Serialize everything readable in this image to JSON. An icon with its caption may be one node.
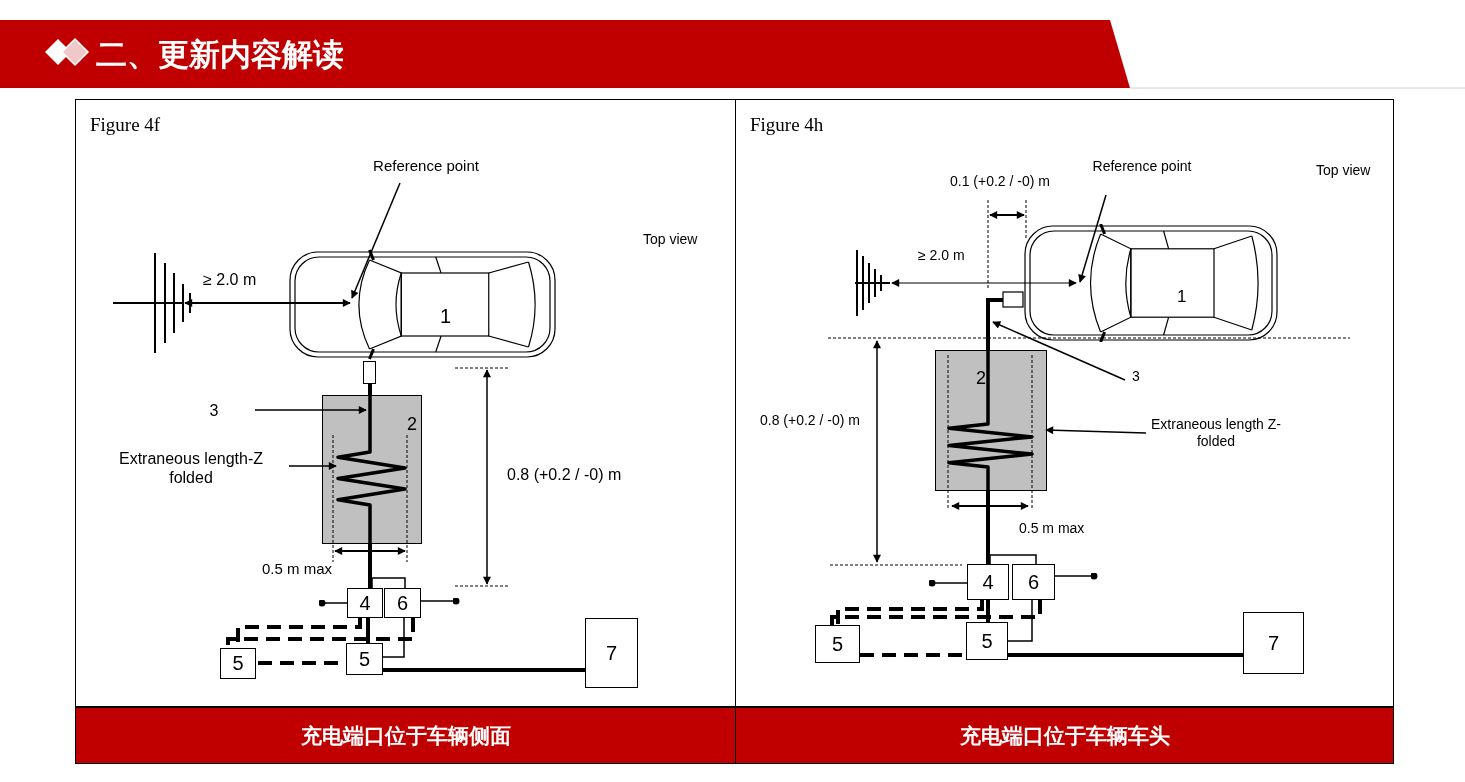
{
  "diagram": {
    "title": "二、更新内容解读",
    "nodes": [
      {
        "text": [
          "Figure 4f"
        ]
      },
      {
        "text": [
          "Reference point"
        ],
        "in": 0
      },
      {
        "text": [
          "1"
        ],
        "in": 0
      },
      {
        "text": [
          "3"
        ],
        "in": 0
      },
      {
        "text": [
          "2"
        ],
        "in": 0
      },
      {
        "text": [
          "Extraneous length-Z folded"
        ],
        "in": 0
      },
      {
        "text": [
          "4"
        ],
        "in": 0
      },
      {
        "text": [
          "6"
        ],
        "in": 0
      },
      {
        "text": [
          "5"
        ],
        "in": 0
      },
      {
        "text": [
          "5"
        ],
        "in": 0
      },
      {
        "text": [
          "7"
        ],
        "in": 0
      },
      {
        "text": [
          "充电端口位于车辆侧面"
        ]
      },
      {
        "text": [
          "Figure 4h"
        ]
      },
      {
        "text": [
          "Reference point"
        ],
        "in": 12
      },
      {
        "text": [
          "1"
        ],
        "in": 12
      },
      {
        "text": [
          "3"
        ],
        "in": 12
      },
      {
        "text": [
          "2"
        ],
        "in": 12
      },
      {
        "text": [
          "Extraneous length Z-folded"
        ],
        "in": 12
      },
      {
        "text": [
          "4"
        ],
        "in": 12
      },
      {
        "text": [
          "6"
        ],
        "in": 12
      },
      {
        "text": [
          "5"
        ],
        "in": 12
      },
      {
        "text": [
          "5"
        ],
        "in": 12
      },
      {
        "text": [
          "7"
        ],
        "in": 12
      },
      {
        "text": [
          "充电端口位于车辆车头"
        ]
      },
      {
        "text": [],
        "shape": "box",
        "in": 0
      }
    ],
    "edges": [
      {
        "from": 1,
        "to": 2,
        "arrow": "to"
      },
      {
        "from": 3,
        "to": 4,
        "arrow": "to"
      },
      {
        "from": 5,
        "to": 4,
        "arrow": "to"
      },
      {
        "from": 24,
        "to": 4,
        "arrow": "none",
        "style": "thick"
      },
      {
        "from": 4,
        "to": 6,
        "arrow": "none",
        "style": "thick"
      },
      {
        "from": 6,
        "to": 7,
        "arrow": "none"
      },
      {
        "from": 6,
        "to": null,
        "arrow": "other"
      },
      {
        "from": 7,
        "to": null,
        "arrow": "other"
      },
      {
        "from": 6,
        "to": 9,
        "arrow": "none",
        "style": "thick"
      },
      {
        "from": 7,
        "to": 9,
        "arrow": "none"
      },
      {
        "from": 9,
        "to": 10,
        "arrow": "none",
        "style": "thick"
      },
      {
        "from": 8,
        "to": 9,
        "arrow": "none",
        "style": "dashed"
      },
      {
        "from": 6,
        "to": 8,
        "arrow": "none",
        "style": "dashed"
      },
      {
        "from": 7,
        "to": 8,
        "arrow": "none",
        "style": "dashed"
      },
      {
        "from": 13,
        "to": 14,
        "arrow": "to"
      },
      {
        "from": 15,
        "to": 14,
        "arrow": "to"
      },
      {
        "from": 17,
        "to": 16,
        "arrow": "to"
      },
      {
        "from": 14,
        "to": 16,
        "arrow": "none",
        "style": "thick"
      },
      {
        "from": 16,
        "to": 18,
        "arrow": "none",
        "style": "thick"
      },
      {
        "from": 18,
        "to": 19,
        "arrow": "none"
      },
      {
        "from": 18,
        "to": null,
        "arrow": "other"
      },
      {
        "from": 19,
        "to": null,
        "arrow": "other"
      },
      {
        "from": 18,
        "to": 21,
        "arrow": "none",
        "style": "thick"
      },
      {
        "from": 19,
        "to": 21,
        "arrow": "none"
      },
      {
        "from": 21,
        "to": 22,
        "arrow": "none",
        "style": "thick"
      },
      {
        "from": 20,
        "to": 21,
        "arrow": "none",
        "style": "dashed"
      },
      {
        "from": 18,
        "to": 20,
        "arrow": "none",
        "style": "dashed"
      },
      {
        "from": 19,
        "to": 20,
        "arrow": "none",
        "style": "dashed"
      }
    ],
    "labels": [
      "Top view",
      "≥ 2.0 m",
      "0.8 (+0.2 / -0) m",
      "0.5 m max",
      "0.1 (+0.2 / -0) m",
      "Top view",
      "≥ 2.0 m",
      "0.8 (+0.2 / -0) m",
      "0.5 m max"
    ]
  }
}
